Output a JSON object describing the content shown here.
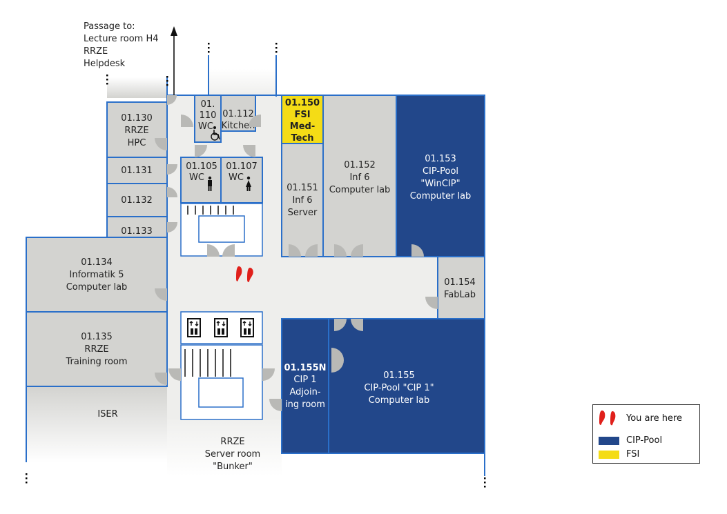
{
  "passage": {
    "lines": [
      "Passage to:",
      "Lecture room H4",
      "RRZE",
      "Helpdesk"
    ]
  },
  "rooms": {
    "r130": [
      "01.130",
      "RRZE",
      "HPC"
    ],
    "r131": "01.131",
    "r132": "01.132",
    "r133": "01.133",
    "r134": [
      "01.134",
      "Informatik 5",
      "Computer lab"
    ],
    "r135": [
      "01.135",
      "RRZE",
      "Training room"
    ],
    "iser": "ISER",
    "r110": [
      "01.",
      "110",
      "WC"
    ],
    "r112": [
      "01.112",
      "Kitchen"
    ],
    "r105": [
      "01.105",
      "WC"
    ],
    "r107": [
      "01.107",
      "WC"
    ],
    "r150": [
      "01.150",
      "FSI",
      "Med-",
      "Tech"
    ],
    "r151": [
      "01.151",
      "Inf 6",
      "Server"
    ],
    "r152": [
      "01.152",
      "Inf 6",
      "Computer lab"
    ],
    "r153": [
      "01.153",
      "CIP-Pool",
      "\"WinCIP\"",
      "Computer lab"
    ],
    "r154": [
      "01.154",
      "FabLab"
    ],
    "r155n": [
      "01.155N",
      "CIP 1",
      "Adjoin-",
      "ing room"
    ],
    "r155": [
      "01.155",
      "CIP-Pool \"CIP 1\"",
      "Computer lab"
    ],
    "bunker": [
      "RRZE",
      "Server room",
      "\"Bunker\""
    ]
  },
  "legend": {
    "you_are_here": "You are here",
    "cip_pool": "CIP-Pool",
    "fsi": "FSI"
  },
  "colors": {
    "cip_pool": "#22478a",
    "fsi": "#f4dc16",
    "room": "#d3d3d0",
    "wall": "#2a6fc9",
    "you_are_here": "#e0201b"
  },
  "icons": {
    "you_are_here": "footprints-icon",
    "elevator": "elevator-icon",
    "wc_accessible": "wheelchair-icon",
    "wc_men": "man-icon",
    "wc_women": "woman-icon",
    "passage": "arrow-up-icon"
  }
}
